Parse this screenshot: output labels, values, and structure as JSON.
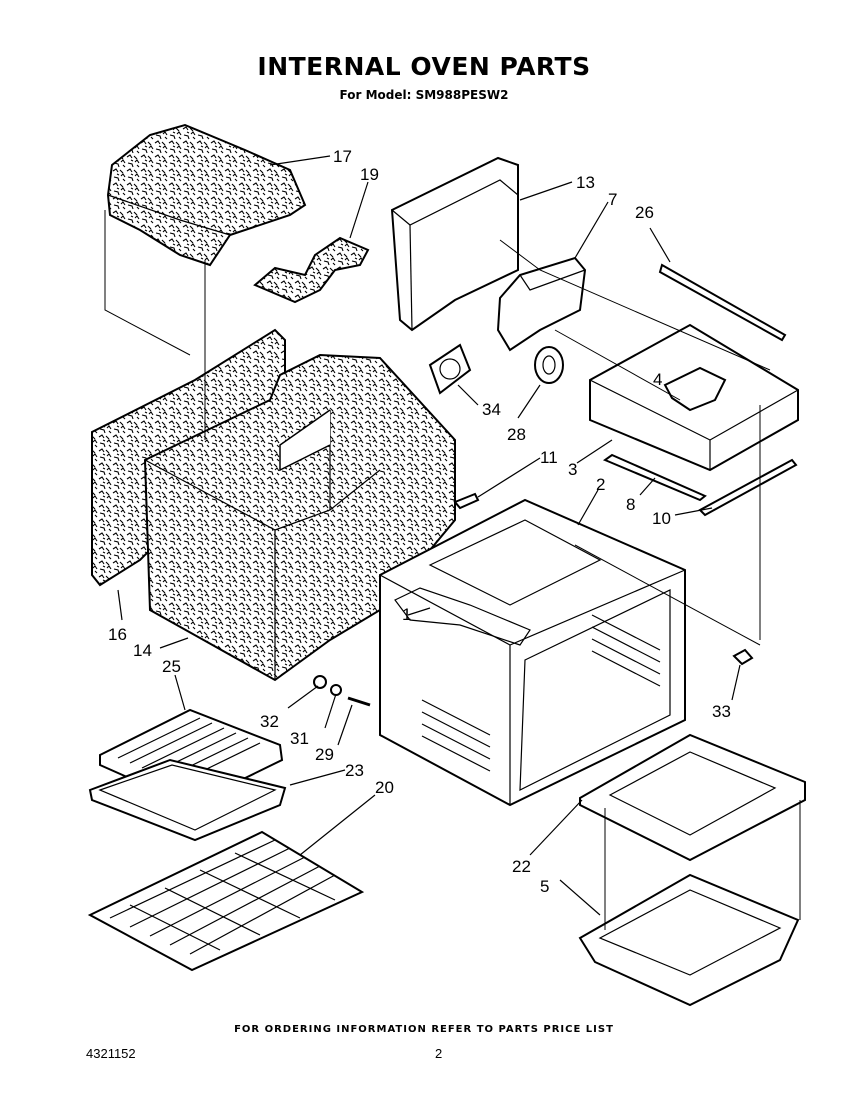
{
  "header": {
    "title": "INTERNAL OVEN PARTS",
    "subtitle": "For Model: SM988PESW2"
  },
  "footer": {
    "ordering_note": "FOR ORDERING INFORMATION REFER TO PARTS PRICE LIST",
    "document_number": "4321152",
    "page_number": "2"
  },
  "parts": [
    {
      "id": "part-1",
      "ref": "1"
    },
    {
      "id": "part-2",
      "ref": "2"
    },
    {
      "id": "part-3",
      "ref": "3"
    },
    {
      "id": "part-4",
      "ref": "4"
    },
    {
      "id": "part-5",
      "ref": "5"
    },
    {
      "id": "part-7",
      "ref": "7"
    },
    {
      "id": "part-8",
      "ref": "8"
    },
    {
      "id": "part-10",
      "ref": "10"
    },
    {
      "id": "part-11",
      "ref": "11"
    },
    {
      "id": "part-13",
      "ref": "13"
    },
    {
      "id": "part-14",
      "ref": "14"
    },
    {
      "id": "part-16",
      "ref": "16"
    },
    {
      "id": "part-17",
      "ref": "17"
    },
    {
      "id": "part-19",
      "ref": "19"
    },
    {
      "id": "part-20",
      "ref": "20"
    },
    {
      "id": "part-22",
      "ref": "22"
    },
    {
      "id": "part-23",
      "ref": "23"
    },
    {
      "id": "part-25",
      "ref": "25"
    },
    {
      "id": "part-26",
      "ref": "26"
    },
    {
      "id": "part-28",
      "ref": "28"
    },
    {
      "id": "part-29",
      "ref": "29"
    },
    {
      "id": "part-31",
      "ref": "31"
    },
    {
      "id": "part-32",
      "ref": "32"
    },
    {
      "id": "part-33",
      "ref": "33"
    },
    {
      "id": "part-34",
      "ref": "34"
    }
  ]
}
